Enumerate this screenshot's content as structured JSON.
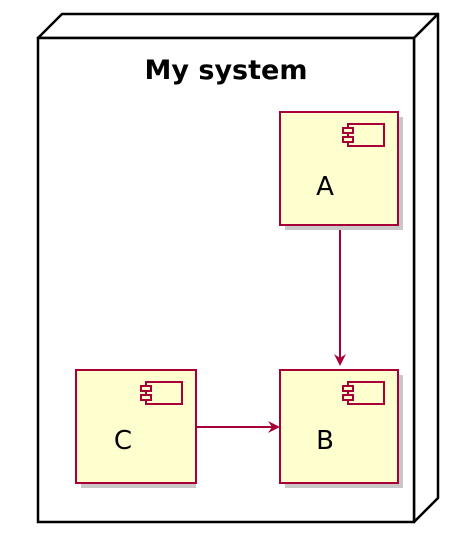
{
  "diagram": {
    "node": {
      "title": "My system"
    },
    "components": {
      "a": {
        "label": "A"
      },
      "b": {
        "label": "B"
      },
      "c": {
        "label": "C"
      }
    },
    "edges": [
      {
        "from": "A",
        "to": "B"
      },
      {
        "from": "C",
        "to": "B"
      }
    ]
  },
  "colors": {
    "component_fill": "#FEFECE",
    "component_border": "#A80036",
    "arrow": "#A80036",
    "node_border": "#000000",
    "node_fill": "#FFFFFF",
    "shadow": "#C8C8C8"
  }
}
